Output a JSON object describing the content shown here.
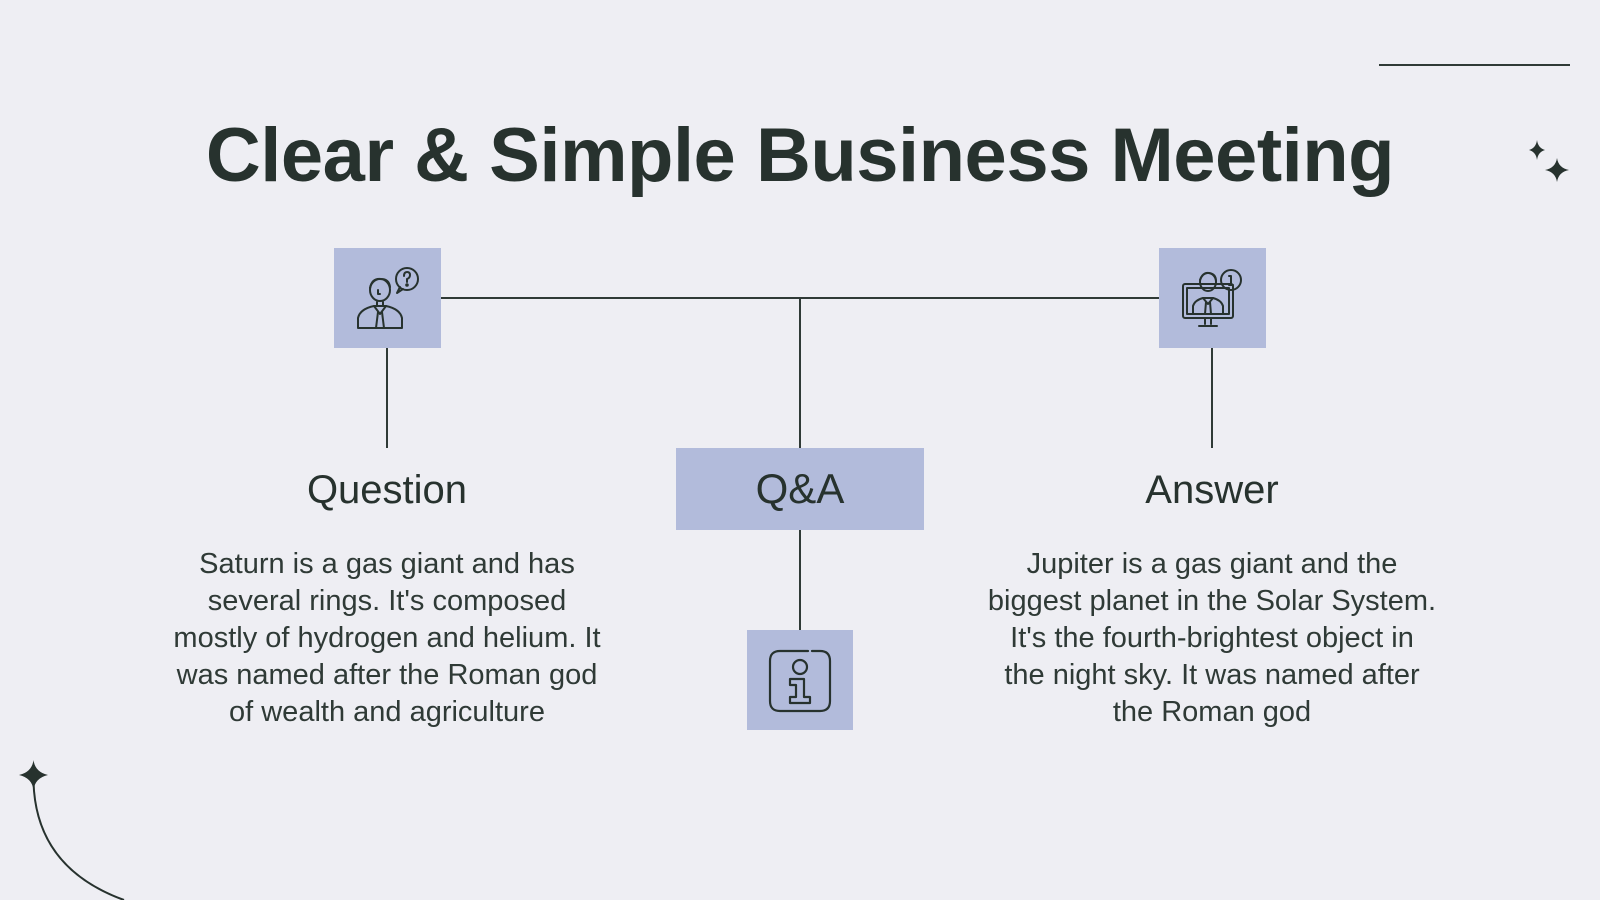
{
  "slide": {
    "title": "Clear & Simple Business Meeting",
    "background_color": "#eeeef3",
    "accent_color": "#b2bbdb",
    "text_color": "#27322e"
  },
  "diagram": {
    "center": {
      "label": "Q&A",
      "icon": "info-icon"
    },
    "left": {
      "heading": "Question",
      "icon": "person-question-icon",
      "body": "Saturn is a gas giant and has several rings. It's composed mostly of hydrogen and helium. It was named after the Roman god of wealth and agriculture",
      "lines": [
        "Saturn is a gas giant and has",
        "several rings. It's composed",
        "mostly of hydrogen and helium. It",
        "was named after the Roman god",
        "of wealth and agriculture"
      ]
    },
    "right": {
      "heading": "Answer",
      "icon": "monitor-person-info-icon",
      "body": "Jupiter is a gas giant and the biggest planet in the Solar System. It's the fourth-brightest object in the night sky. It was named after the Roman god",
      "lines": [
        "Jupiter is a gas giant and the",
        "biggest planet in the Solar System.",
        "It's the fourth-brightest object in",
        "the night sky. It was named after",
        "the Roman god"
      ]
    }
  },
  "decorations": [
    "sparkle-icon-top-right",
    "sparkle-icon-bottom-left",
    "line-top-right",
    "arc-bottom-left"
  ]
}
